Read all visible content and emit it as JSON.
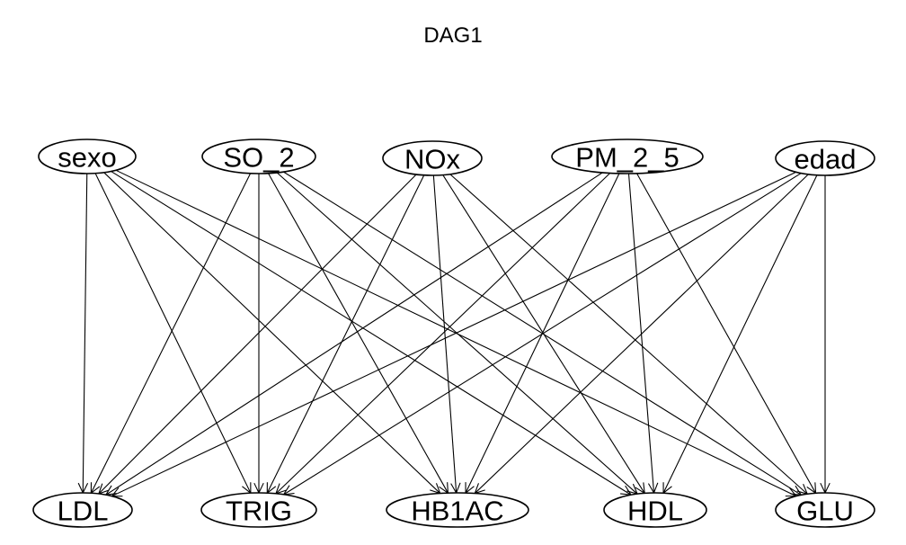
{
  "title": "DAG1",
  "nodes": [
    {
      "id": "sexo",
      "label": "sexo",
      "layer": "top"
    },
    {
      "id": "SO_2",
      "label": "SO_2",
      "layer": "top"
    },
    {
      "id": "NOx",
      "label": "NOx",
      "layer": "top"
    },
    {
      "id": "PM_2_5",
      "label": "PM_2_5",
      "layer": "top"
    },
    {
      "id": "edad",
      "label": "edad",
      "layer": "top"
    },
    {
      "id": "LDL",
      "label": "LDL",
      "layer": "bottom"
    },
    {
      "id": "TRIG",
      "label": "TRIG",
      "layer": "bottom"
    },
    {
      "id": "HB1AC",
      "label": "HB1AC",
      "layer": "bottom"
    },
    {
      "id": "HDL",
      "label": "HDL",
      "layer": "bottom"
    },
    {
      "id": "GLU",
      "label": "GLU",
      "layer": "bottom"
    }
  ],
  "edges": [
    {
      "from": "sexo",
      "to": "LDL"
    },
    {
      "from": "sexo",
      "to": "TRIG"
    },
    {
      "from": "sexo",
      "to": "HB1AC"
    },
    {
      "from": "sexo",
      "to": "HDL"
    },
    {
      "from": "sexo",
      "to": "GLU"
    },
    {
      "from": "SO_2",
      "to": "LDL"
    },
    {
      "from": "SO_2",
      "to": "TRIG"
    },
    {
      "from": "SO_2",
      "to": "HB1AC"
    },
    {
      "from": "SO_2",
      "to": "HDL"
    },
    {
      "from": "SO_2",
      "to": "GLU"
    },
    {
      "from": "NOx",
      "to": "LDL"
    },
    {
      "from": "NOx",
      "to": "TRIG"
    },
    {
      "from": "NOx",
      "to": "HB1AC"
    },
    {
      "from": "NOx",
      "to": "HDL"
    },
    {
      "from": "NOx",
      "to": "GLU"
    },
    {
      "from": "PM_2_5",
      "to": "LDL"
    },
    {
      "from": "PM_2_5",
      "to": "TRIG"
    },
    {
      "from": "PM_2_5",
      "to": "HB1AC"
    },
    {
      "from": "PM_2_5",
      "to": "HDL"
    },
    {
      "from": "PM_2_5",
      "to": "GLU"
    },
    {
      "from": "edad",
      "to": "LDL"
    },
    {
      "from": "edad",
      "to": "TRIG"
    },
    {
      "from": "edad",
      "to": "HB1AC"
    },
    {
      "from": "edad",
      "to": "HDL"
    },
    {
      "from": "edad",
      "to": "GLU"
    }
  ]
}
